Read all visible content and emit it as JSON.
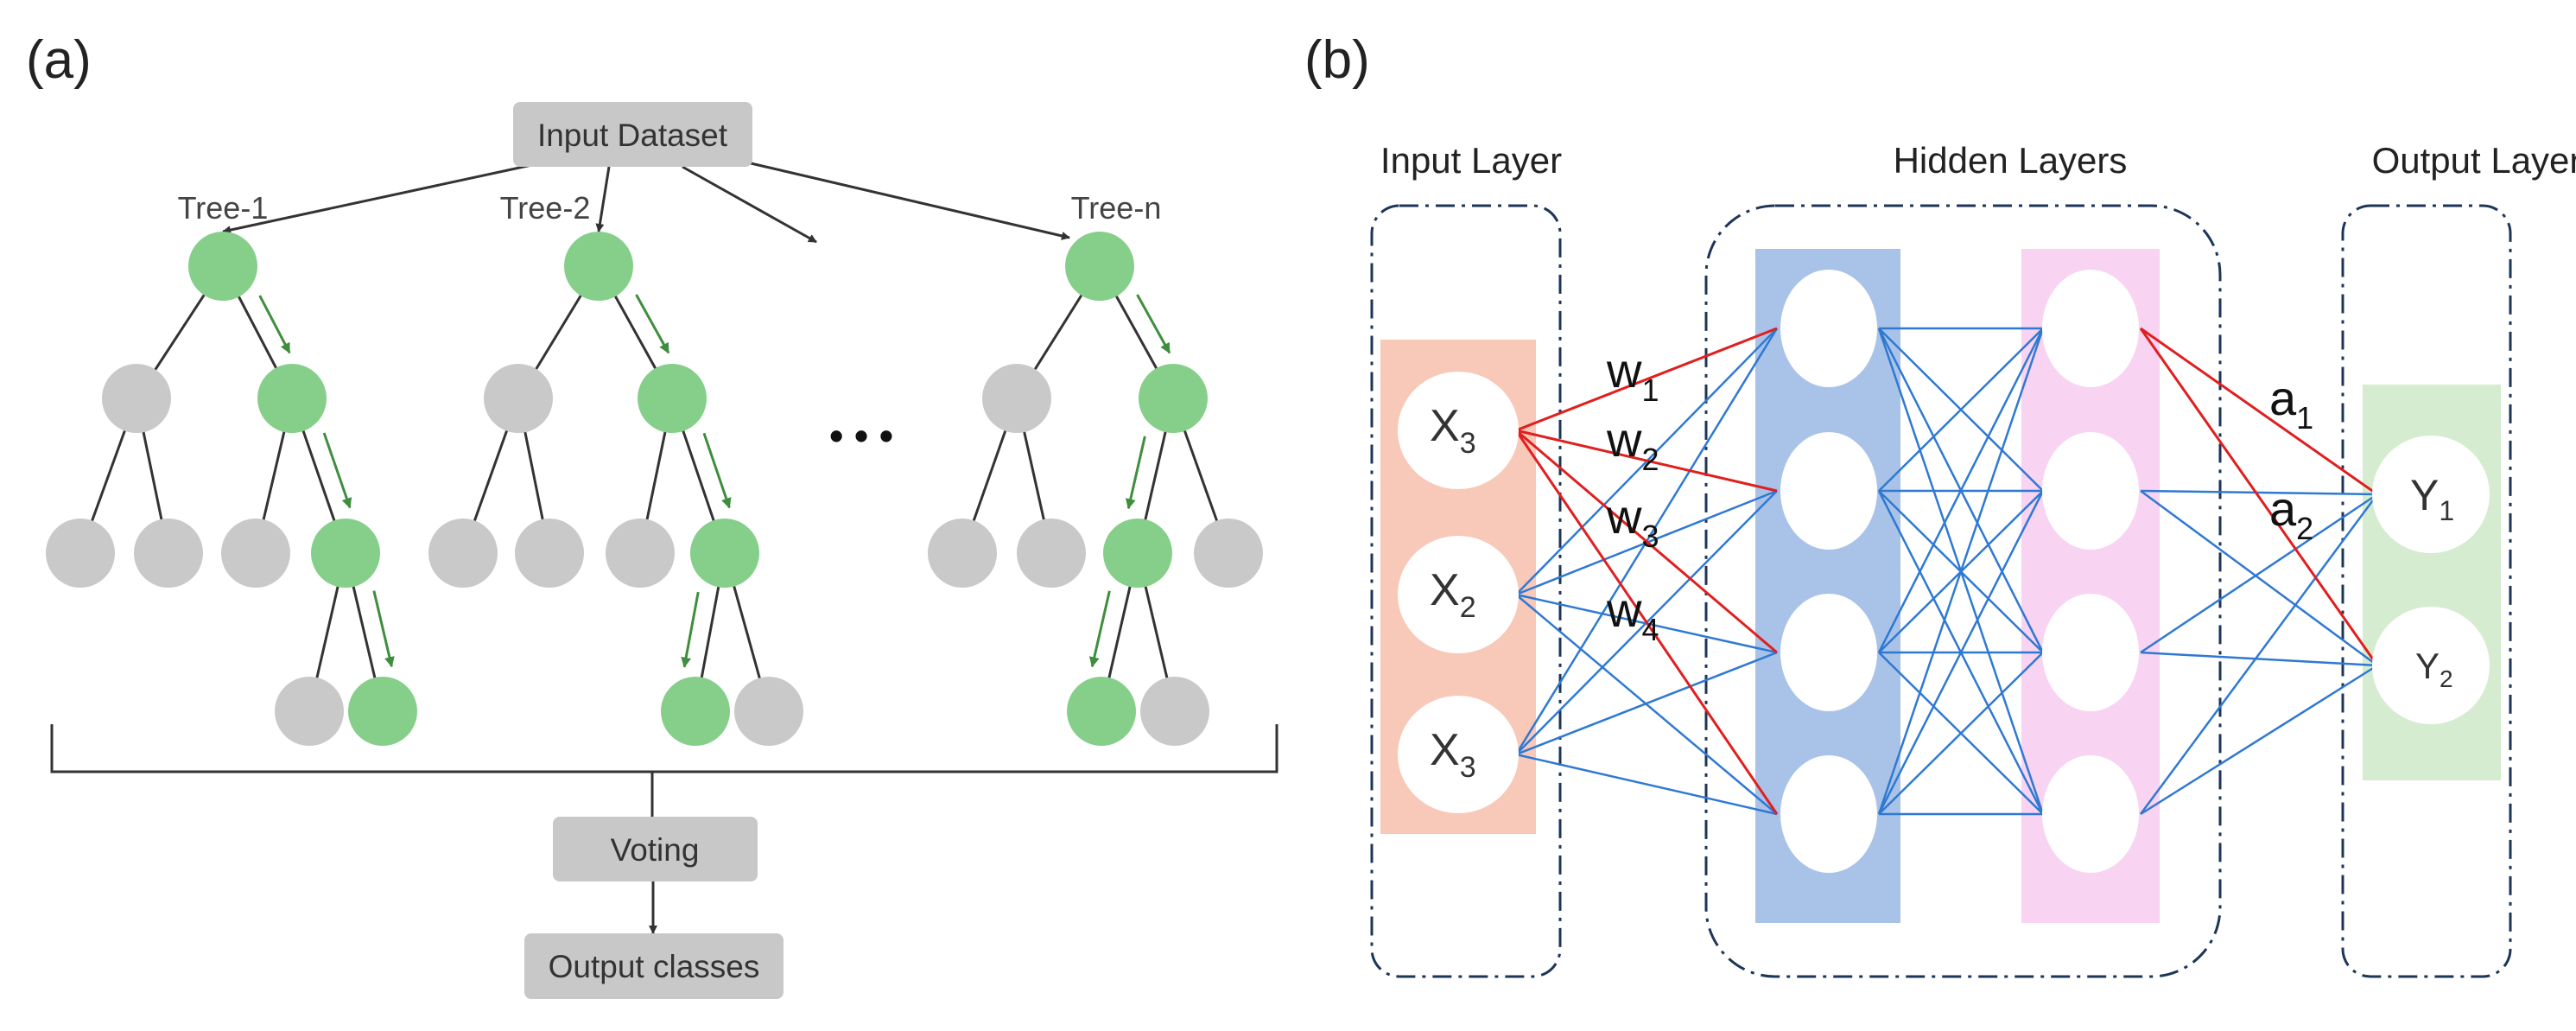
{
  "panel_a": {
    "label": "(a)",
    "input_box": "Input Dataset",
    "tree_labels": [
      "Tree-1",
      "Tree-2",
      "Tree-n"
    ],
    "ellipsis": "• • •",
    "voting_box": "Voting",
    "output_box": "Output classes"
  },
  "panel_b": {
    "label": "(b)",
    "layer_titles": {
      "input": "Input Layer",
      "hidden": "Hidden Layers",
      "output": "Output Layer"
    },
    "inputs": [
      {
        "base": "X",
        "sub": "3"
      },
      {
        "base": "X",
        "sub": "2"
      },
      {
        "base": "X",
        "sub": "3"
      }
    ],
    "outputs": [
      {
        "base": "Y",
        "sub": "1"
      },
      {
        "base": "Y",
        "sub": "2"
      }
    ],
    "weights": [
      {
        "base": "w",
        "sub": "1"
      },
      {
        "base": "w",
        "sub": "2"
      },
      {
        "base": "w",
        "sub": "3"
      },
      {
        "base": "w",
        "sub": "4"
      }
    ],
    "activations": [
      {
        "base": "a",
        "sub": "1"
      },
      {
        "base": "a",
        "sub": "2"
      }
    ]
  },
  "colors": {
    "node_green": "#86cf8a",
    "node_gray": "#c9c9c9",
    "box_gray": "#c8c8c8",
    "path_arrow": "#3e8e3e",
    "input_band": "#f8c8b8",
    "hidden_band_1": "#a9c3e8",
    "hidden_band_2": "#f8d4f2",
    "output_band": "#d6ecd0",
    "red_edge": "#e01f1f",
    "blue_edge": "#2f79d3",
    "dash_border": "#1d3557"
  }
}
